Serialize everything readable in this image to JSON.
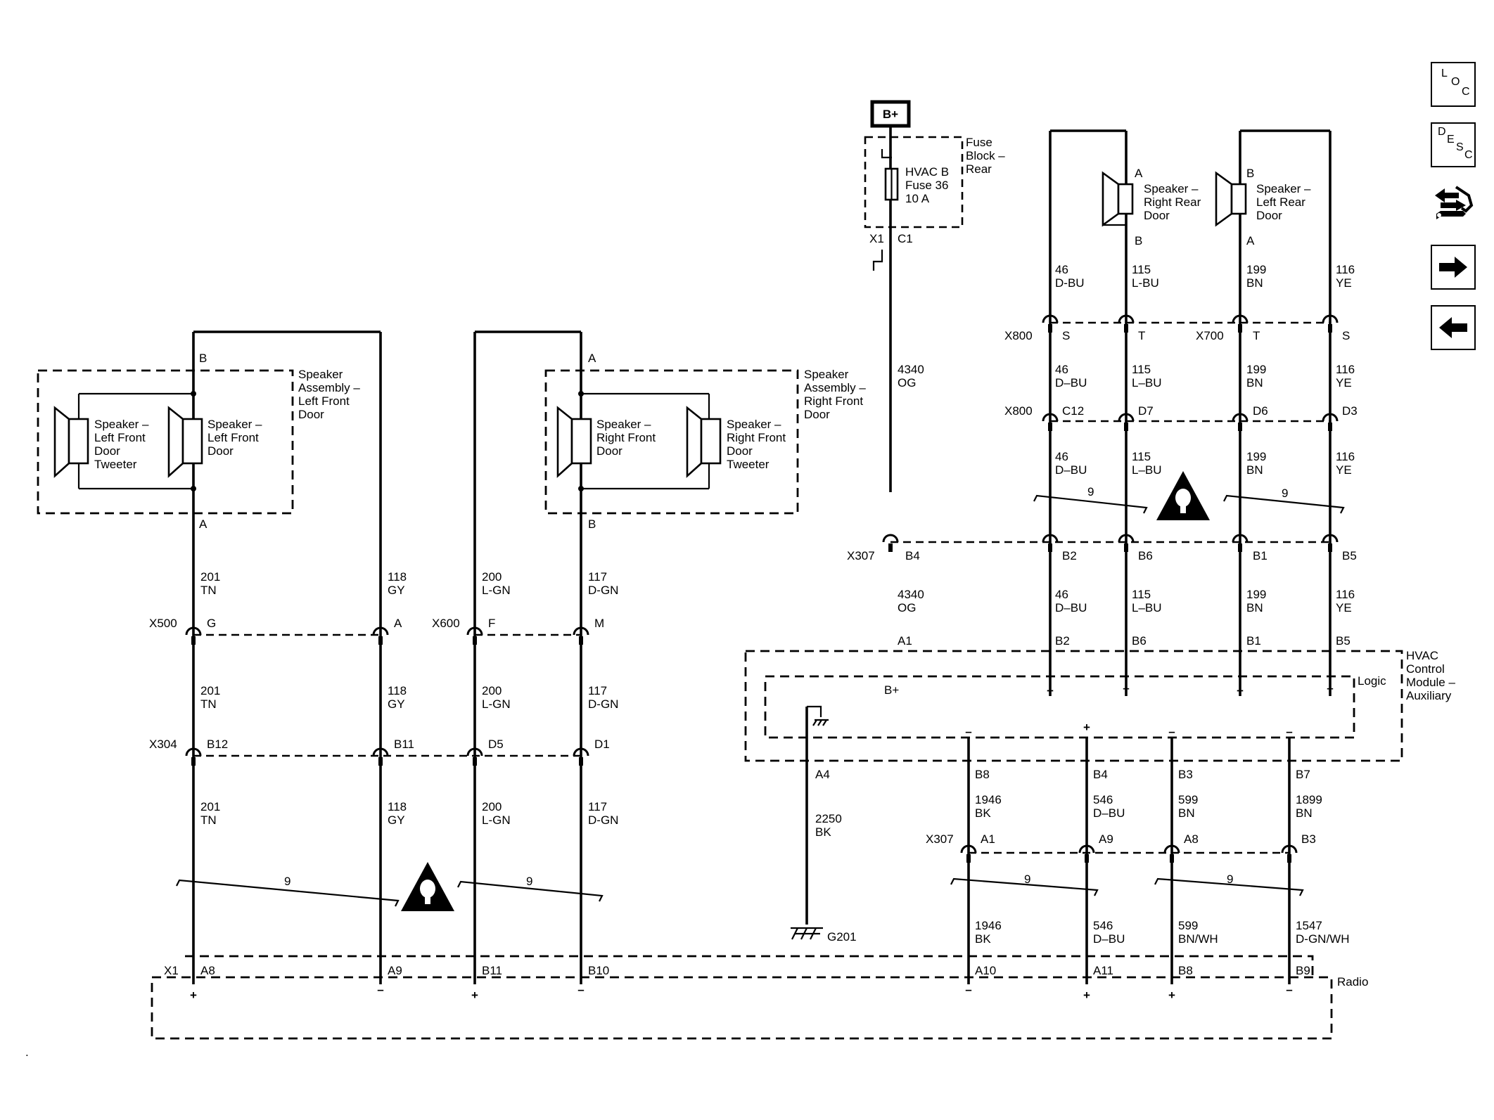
{
  "power": {
    "bplus_box": "B+",
    "fuse_block_label": [
      "Fuse",
      "Block –",
      "Rear"
    ],
    "fuse_label": [
      "HVAC B",
      "Fuse 36",
      "10 A"
    ],
    "x1_pin": [
      "X1",
      "C1"
    ],
    "wire_4340": [
      "4340",
      "OG"
    ],
    "x307_b4": [
      "X307",
      "B4"
    ],
    "wire_4340_b": [
      "4340",
      "OG"
    ],
    "module_pin_a1": "A1",
    "module_bplus": "B+"
  },
  "rear_speakers": {
    "right_rear": {
      "label": [
        "Speaker –",
        "Right Rear",
        "Door"
      ],
      "pin_top": "A",
      "pin_bottom": "B"
    },
    "left_rear": {
      "label": [
        "Speaker –",
        "Left Rear",
        "Door"
      ],
      "pin_top": "B",
      "pin_bottom": "A"
    },
    "wires_top": [
      [
        "46",
        "D-BU"
      ],
      [
        "115",
        "L-BU"
      ],
      [
        "199",
        "BN"
      ],
      [
        "116",
        "YE"
      ]
    ],
    "x800_top": {
      "conn": "X800",
      "pins": [
        "S",
        "T"
      ]
    },
    "x700_top": {
      "conn": "X700",
      "pins": [
        "T",
        "S"
      ]
    },
    "wires_mid": [
      [
        "46",
        "D–BU"
      ],
      [
        "115",
        "L–BU"
      ],
      [
        "199",
        "BN"
      ],
      [
        "116",
        "YE"
      ]
    ],
    "x800_mid": {
      "conn": "X800",
      "pins": [
        "C12",
        "D7",
        "D6",
        "D3"
      ]
    },
    "wires_low": [
      [
        "46",
        "D–BU"
      ],
      [
        "115",
        "L–BU"
      ],
      [
        "199",
        "BN"
      ],
      [
        "116",
        "YE"
      ]
    ],
    "twist_counts": [
      "9",
      "9"
    ],
    "x307_pins": [
      "B2",
      "B6",
      "B1",
      "B5"
    ],
    "wires_bottom": [
      [
        "46",
        "D–BU"
      ],
      [
        "115",
        "L–BU"
      ],
      [
        "199",
        "BN"
      ],
      [
        "116",
        "YE"
      ]
    ],
    "module_pins": [
      "B2",
      "B6",
      "B1",
      "B5"
    ],
    "module_polarity": [
      "+",
      "–",
      "+",
      "–"
    ]
  },
  "hvac_module": {
    "label": [
      "HVAC",
      "Control",
      "Module –",
      "Auxiliary"
    ],
    "logic_label": "Logic",
    "out_polarity": [
      "–",
      "+",
      "–",
      "–"
    ],
    "out_pins": [
      "B8",
      "B4",
      "B3",
      "B7"
    ],
    "ground_pin": "A4",
    "ground_wire": [
      "2250",
      "BK"
    ],
    "ground_label": "G201"
  },
  "hvac_to_radio": {
    "wires_top": [
      [
        "1946",
        "BK"
      ],
      [
        "546",
        "D–BU"
      ],
      [
        "599",
        "BN"
      ],
      [
        "1899",
        "BN"
      ]
    ],
    "x307": {
      "conn": "X307",
      "pins": [
        "A1",
        "A9",
        "A8",
        "B3"
      ]
    },
    "twist_counts": [
      "9",
      "9"
    ],
    "wires_bottom": [
      [
        "1946",
        "BK"
      ],
      [
        "546",
        "D–BU"
      ],
      [
        "599",
        "BN/WH"
      ],
      [
        "1547",
        "D-GN/WH"
      ]
    ],
    "radio_pins": [
      "A10",
      "A11",
      "B8",
      "B9"
    ],
    "radio_polarity": [
      "–",
      "+",
      "+",
      "–"
    ]
  },
  "front_speakers": {
    "left_assembly": [
      "Speaker",
      "Assembly –",
      "Left Front",
      "Door"
    ],
    "left_tweeter": [
      "Speaker –",
      "Left Front",
      "Door",
      "Tweeter"
    ],
    "left_speaker": [
      "Speaker –",
      "Left Front",
      "Door"
    ],
    "left_pins": [
      "B",
      "A"
    ],
    "right_assembly": [
      "Speaker",
      "Assembly –",
      "Right Front",
      "Door"
    ],
    "right_speaker": [
      "Speaker –",
      "Right Front",
      "Door"
    ],
    "right_tweeter": [
      "Speaker –",
      "Right Front",
      "Door",
      "Tweeter"
    ],
    "right_pins": [
      "A",
      "B"
    ],
    "wires_1": [
      [
        "201",
        "TN"
      ],
      [
        "118",
        "GY"
      ],
      [
        "200",
        "L-GN"
      ],
      [
        "117",
        "D-GN"
      ]
    ],
    "x500": {
      "conn": "X500",
      "pins": [
        "G",
        "A"
      ]
    },
    "x600": {
      "conn": "X600",
      "pins": [
        "F",
        "M"
      ]
    },
    "wires_2": [
      [
        "201",
        "TN"
      ],
      [
        "118",
        "GY"
      ],
      [
        "200",
        "L-GN"
      ],
      [
        "117",
        "D-GN"
      ]
    ],
    "x304": {
      "conn": "X304",
      "pins": [
        "B12",
        "B11",
        "D5",
        "D1"
      ]
    },
    "wires_3": [
      [
        "201",
        "TN"
      ],
      [
        "118",
        "GY"
      ],
      [
        "200",
        "L-GN"
      ],
      [
        "117",
        "D-GN"
      ]
    ],
    "twist_counts": [
      "9",
      "9"
    ],
    "radio_pins": [
      "A8",
      "A9",
      "B11",
      "B10"
    ],
    "radio_polarity": [
      "+",
      "–",
      "+",
      "–"
    ],
    "x1_label": "X1"
  },
  "radio": {
    "label": "Radio"
  },
  "nav": {
    "loc_letters": [
      "L",
      "O",
      "C"
    ],
    "desc_letters": [
      "D",
      "E",
      "S",
      "C"
    ]
  }
}
